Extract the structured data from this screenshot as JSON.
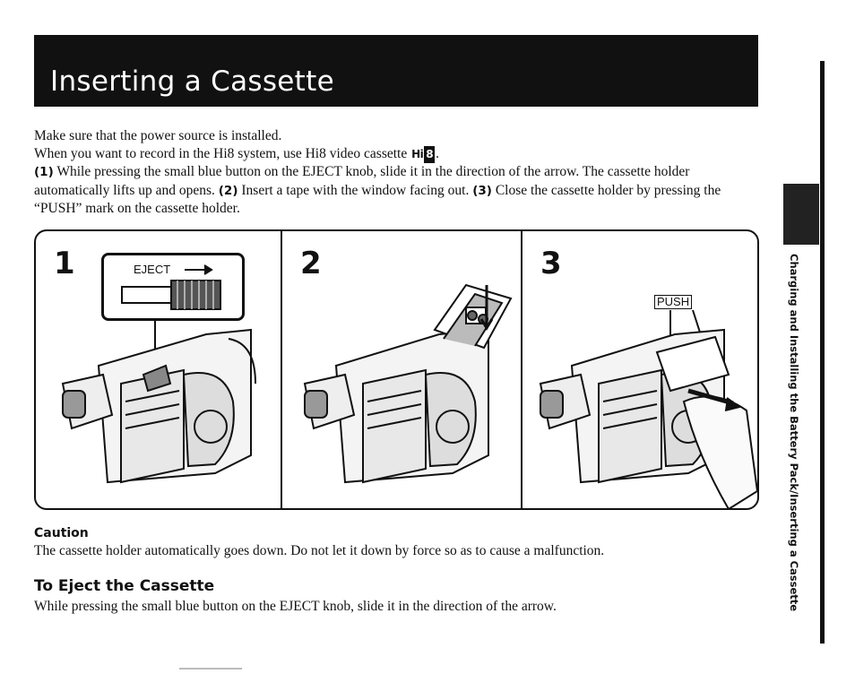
{
  "header": {
    "title": "Inserting a Cassette"
  },
  "intro": {
    "line1": "Make sure that the power source is installed.",
    "line2": "When you want to record in the Hi8 system, use Hi8 video cassette",
    "hi8_logo_a": "Hi",
    "hi8_logo_b": "8",
    "line2_end": ".",
    "step1_num": "(1)",
    "step1_text": " While pressing the small blue button on the EJECT knob, slide it in the direction of the arrow. The cassette holder automatically lifts up and opens. ",
    "step2_num": "(2)",
    "step2_text": " Insert a tape with the window facing out. ",
    "step3_num": "(3)",
    "step3_text": " Close the cassette holder by pressing the “PUSH” mark on the cassette holder."
  },
  "steps": [
    {
      "number": "1",
      "callout": "EJECT"
    },
    {
      "number": "2"
    },
    {
      "number": "3",
      "callout": "PUSH"
    }
  ],
  "caution": {
    "heading": "Caution",
    "text": "The cassette holder automatically goes down. Do not let it down by force so as to cause a malfunction."
  },
  "eject_section": {
    "heading": "To Eject the Cassette",
    "text": "While pressing the small blue button on the EJECT knob, slide it in the direction of the arrow."
  },
  "sidebar": {
    "vertical_label": "Charging and Installing the Battery Pack/Inserting a Cassette"
  }
}
